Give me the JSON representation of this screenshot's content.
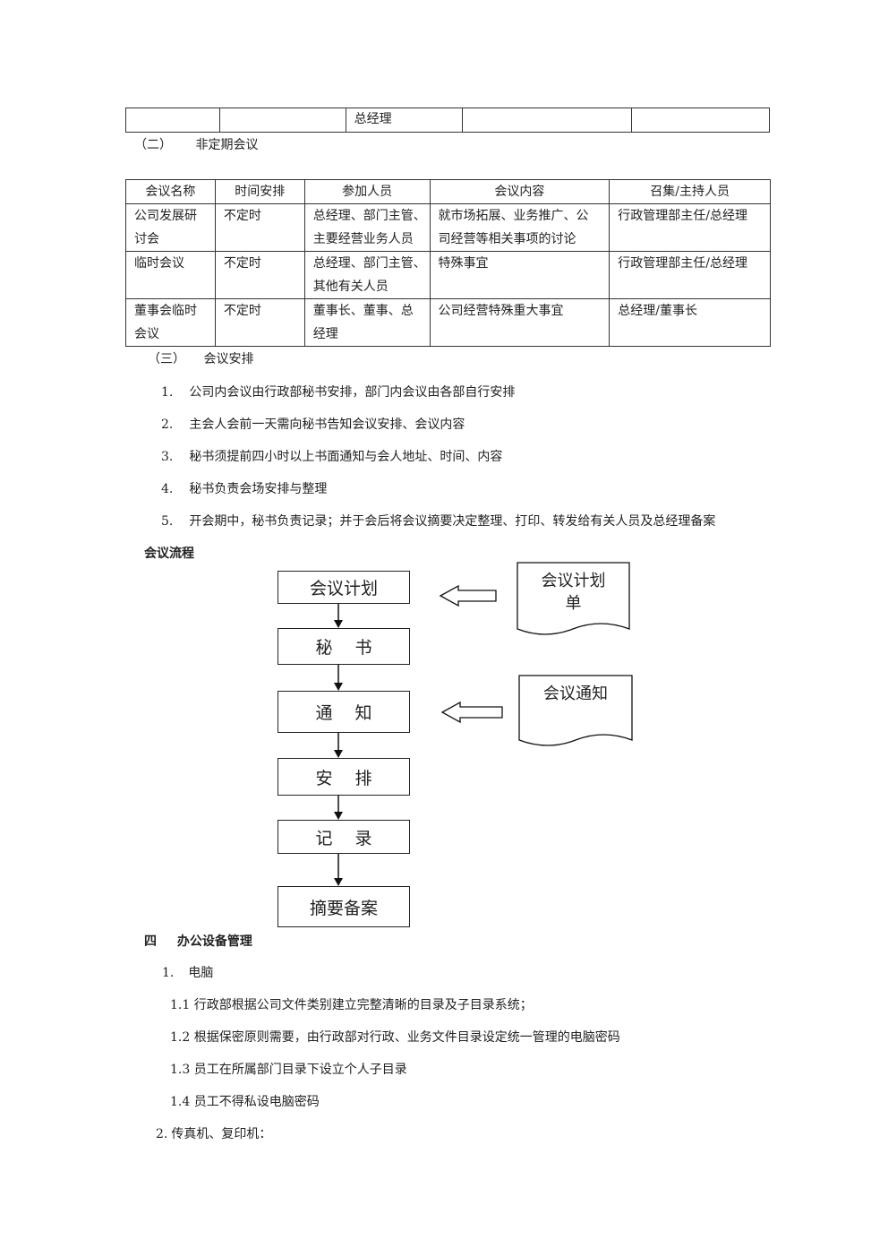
{
  "top_table": {
    "cell_3": "总经理"
  },
  "section2": {
    "heading_num": "（二）",
    "heading_text": "非定期会议"
  },
  "meeting_table": {
    "headers": [
      "会议名称",
      "时间安排",
      "参加人员",
      "会议内容",
      "召集/主持人员"
    ],
    "rows": [
      {
        "name": [
          "公司发展研",
          "讨会"
        ],
        "time": "不定时",
        "people": [
          "总经理、部门主管、",
          "主要经营业务人员"
        ],
        "content": [
          "就市场拓展、业务推广、公",
          "司经营等相关事项的讨论"
        ],
        "host": "行政管理部主任/总经理"
      },
      {
        "name": [
          "临时会议"
        ],
        "time": "不定时",
        "people": [
          "总经理、部门主管、",
          "其他有关人员"
        ],
        "content": [
          "特殊事宜"
        ],
        "host": "行政管理部主任/总经理"
      },
      {
        "name": [
          "董事会临时",
          "会议"
        ],
        "time": "不定时",
        "people": [
          "董事长、董事、总",
          "经理"
        ],
        "content": [
          "公司经营特殊重大事宜"
        ],
        "host": "总经理/董事长"
      }
    ]
  },
  "section3": {
    "heading_num": "（三）",
    "heading_text": "会议安排",
    "items": [
      {
        "num": "1.",
        "text": "公司内会议由行政部秘书安排，部门内会议由各部自行安排"
      },
      {
        "num": "2.",
        "text": "主会人会前一天需向秘书告知会议安排、会议内容"
      },
      {
        "num": "3.",
        "text": "秘书须提前四小时以上书面通知与会人地址、时间、内容"
      },
      {
        "num": "4.",
        "text": "秘书负责会场安排与整理"
      },
      {
        "num": "5.",
        "text": "开会期中，秘书负责记录；并于会后将会议摘要决定整理、打印、转发给有关人员及总经理备案"
      }
    ]
  },
  "flow": {
    "title": "会议流程",
    "steps": [
      "会议计划",
      "秘　 书",
      "通　 知",
      "安　 排",
      "记　 录",
      "摘要备案"
    ],
    "docs": [
      {
        "lines": [
          "会议计划",
          "单"
        ]
      },
      {
        "lines": [
          "会议通知"
        ]
      }
    ]
  },
  "section4": {
    "heading_num": "四",
    "heading_text": "办公设备管理",
    "sub1": {
      "num": "1.",
      "text": "电脑"
    },
    "items": [
      "1.1 行政部根据公司文件类别建立完整清晰的目录及子目录系统；",
      "1.2 根据保密原则需要，由行政部对行政、业务文件目录设定统一管理的电脑密码",
      "1.3 员工在所属部门目录下设立个人子目录",
      "1.4 员工不得私设电脑密码"
    ],
    "sub2": {
      "num": "2.",
      "text": "传真机、复印机："
    }
  }
}
